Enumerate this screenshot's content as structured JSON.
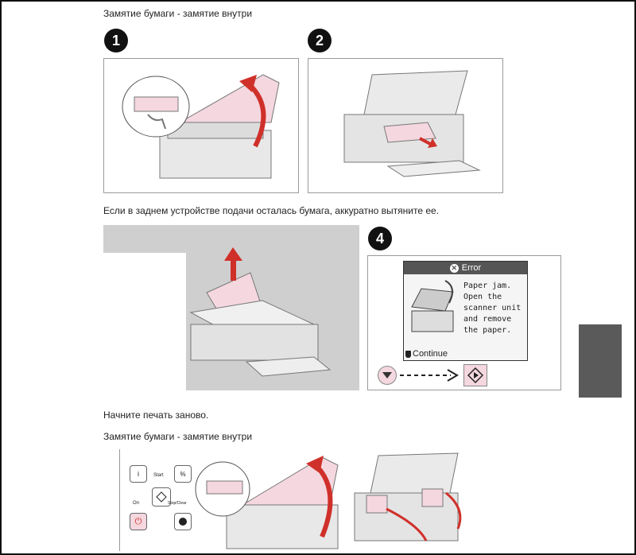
{
  "headings": {
    "section1": "Замятие бумаги - замятие внутри",
    "rear_feeder_note": "Если в заднем устройстве подачи осталась бумага, аккуратно вытяните ее.",
    "restart": "Начните печать заново.",
    "section2": "Замятие бумаги - замятие внутри"
  },
  "steps": {
    "one": "1",
    "two": "2",
    "four": "4"
  },
  "lcd": {
    "title": "Error",
    "message": "Paper jam.\nOpen the\nscanner unit\nand remove\nthe paper.",
    "footer": "Continue"
  },
  "control_panel": {
    "start_label": "Start",
    "on_label": "On",
    "stop_clear_label": "Stop/Clear"
  },
  "colors": {
    "badge": "#111111",
    "accent_red": "#d0302a",
    "pink": "#f4d7df",
    "side_tab": "#5a5a5a"
  },
  "icons": [
    "down-arrow-icon",
    "start-diamond-icon",
    "dashed-arrow-icon",
    "error-x-icon",
    "power-icon"
  ]
}
